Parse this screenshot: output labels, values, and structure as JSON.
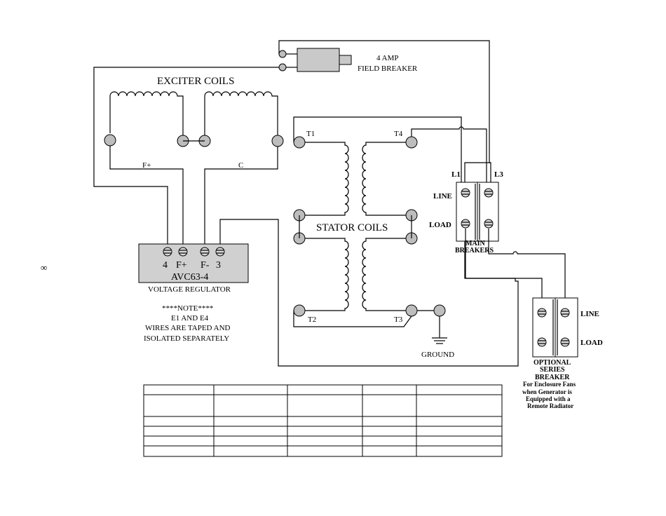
{
  "margin_symbol": "∞",
  "field_breaker": {
    "line1": "4 AMP",
    "line2": "FIELD BREAKER"
  },
  "exciter": {
    "title": "EXCITER COILS",
    "label_left": "F+",
    "label_right": "C"
  },
  "stator": {
    "title": "STATOR COILS",
    "t1": "T1",
    "t2": "T2",
    "t3": "T3",
    "t4": "T4"
  },
  "regulator": {
    "terminals": [
      "4",
      "F+",
      "F-",
      "3"
    ],
    "model": "AVC63-4",
    "caption": "VOLTAGE REGULATOR"
  },
  "note": {
    "header": "****NOTE****",
    "line1": "E1 AND E4",
    "line2": "WIRES ARE TAPED AND",
    "line3": "ISOLATED SEPARATELY"
  },
  "ground": "GROUND",
  "main_breakers": {
    "l1": "L1",
    "l3": "L3",
    "line": "LINE",
    "load": "LOAD",
    "caption1": "MAIN",
    "caption2": "BREAKERS"
  },
  "optional_breaker": {
    "line": "LINE",
    "load": "LOAD",
    "caption1": "OPTIONAL",
    "caption2": "SERIES",
    "caption3": "BREAKER",
    "note1": "For Enclosure Fans",
    "note2": "when Generator is",
    "note3": "Equipped with a",
    "note4": "Remote Radiator"
  },
  "table": {
    "rows": [
      [
        "",
        "",
        "",
        "",
        ""
      ],
      [
        "",
        "",
        "",
        "",
        ""
      ],
      [
        "",
        "",
        "",
        "",
        ""
      ],
      [
        "",
        "",
        "",
        "",
        ""
      ],
      [
        "",
        "",
        "",
        "",
        ""
      ],
      [
        "",
        "",
        "",
        "",
        ""
      ],
      [
        "",
        "",
        "",
        "",
        ""
      ]
    ]
  }
}
